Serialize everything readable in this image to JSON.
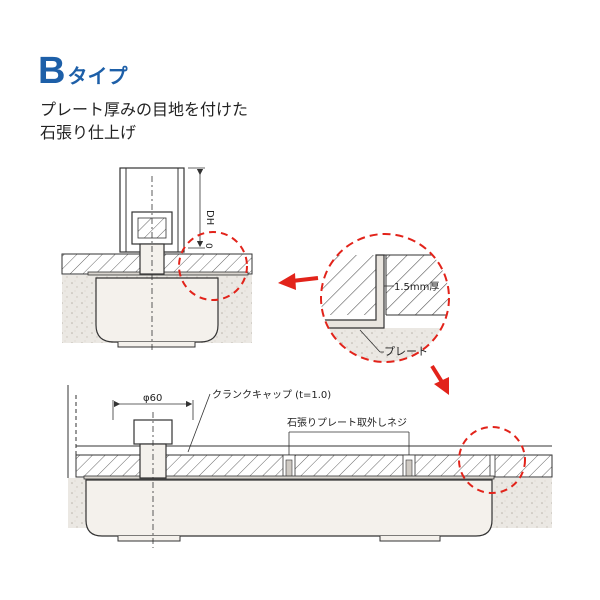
{
  "header": {
    "type_letter": "B",
    "type_suffix": "タイプ",
    "description_line1": "プレート厚みの目地を付けた",
    "description_line2": "石張り仕上げ"
  },
  "labels": {
    "dh": "DH",
    "zero": "0",
    "thickness": "1.5mm厚",
    "plate": "プレート",
    "phi60": "φ60",
    "crank_cap": "クランクキャップ (t=1.0)",
    "screw": "石張りプレート取外しネジ"
  },
  "colors": {
    "accent_red": "#e2231a",
    "title_blue": "#1d5fa8",
    "hatch": "#555555",
    "ground": "#e8e4de",
    "part_fill": "#f4f1ec"
  }
}
